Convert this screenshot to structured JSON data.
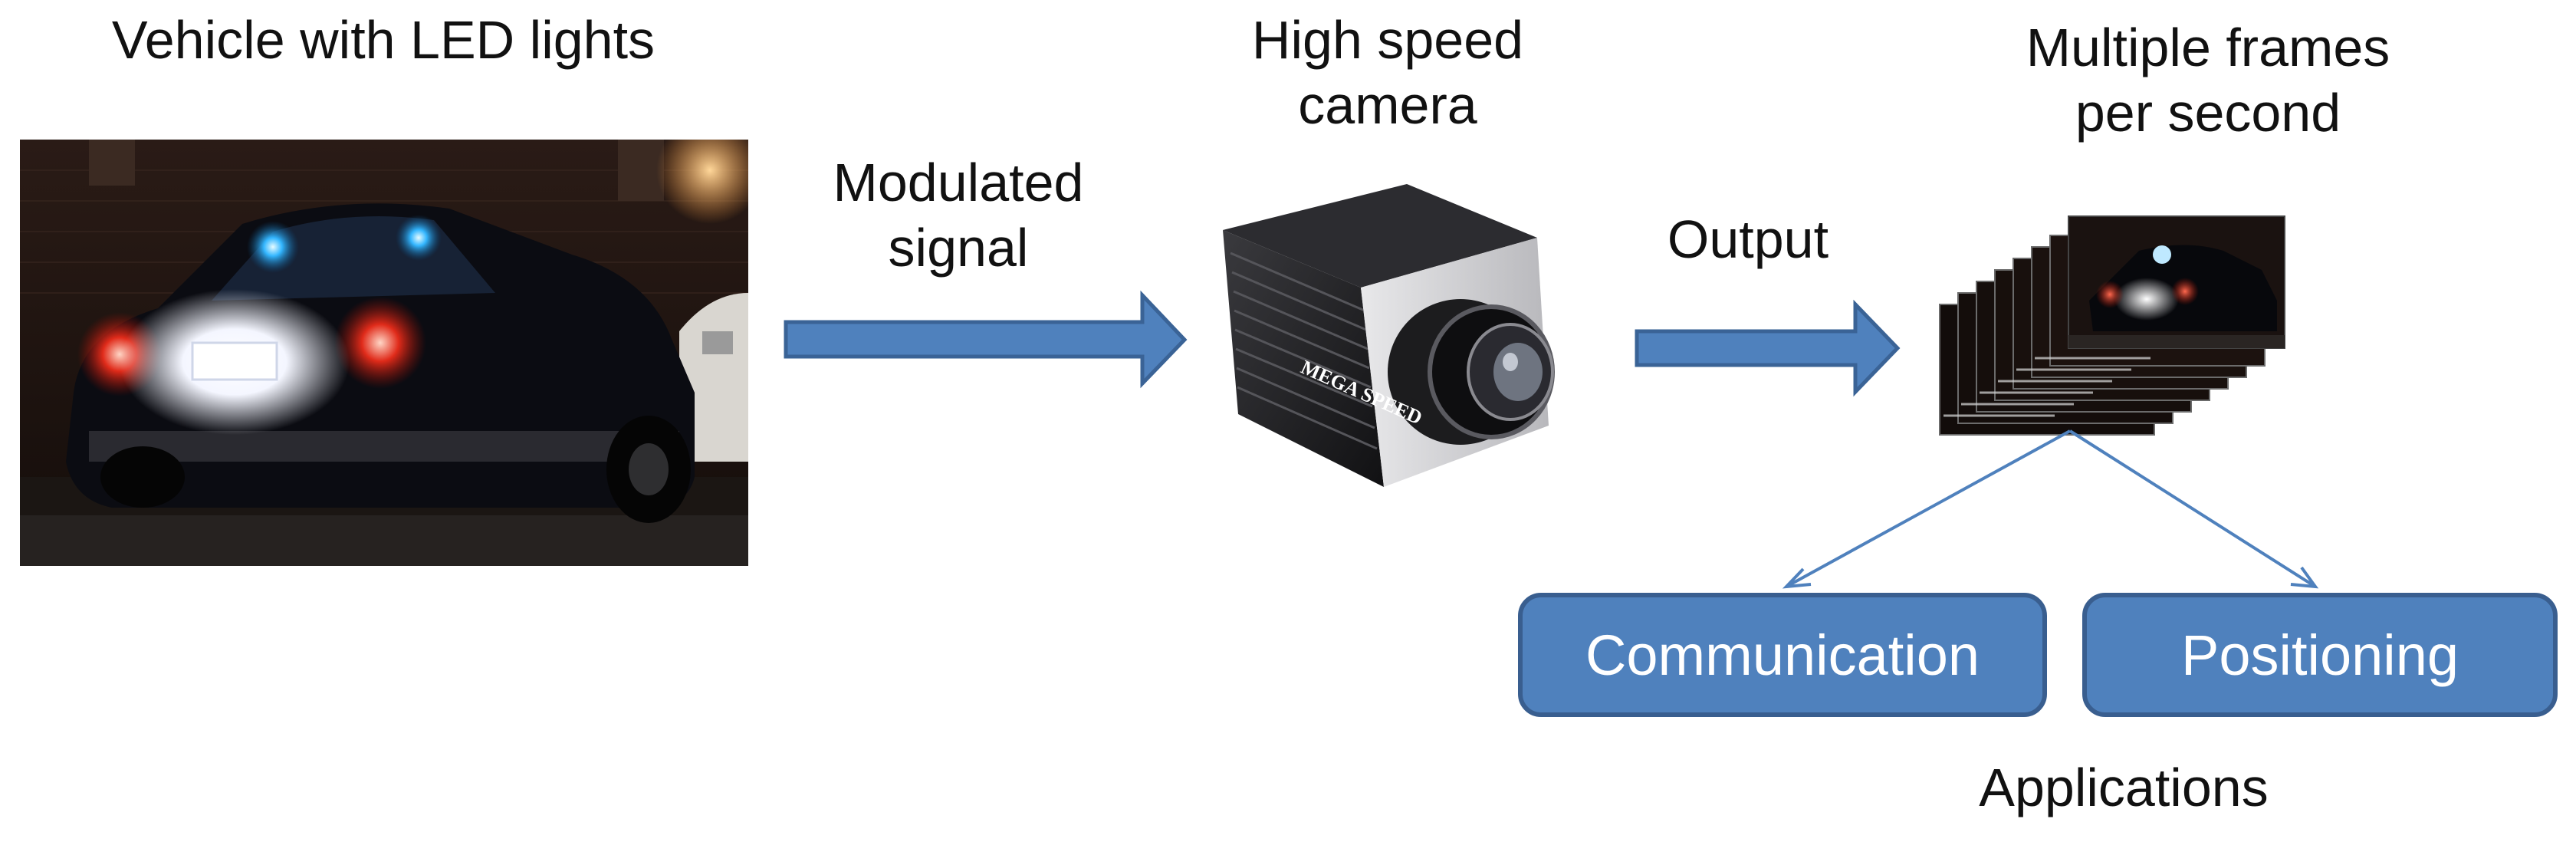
{
  "labels": {
    "vehicle": "Vehicle with LED lights",
    "modulated_line1": "Modulated",
    "modulated_line2": "signal",
    "camera_line1": "High speed",
    "camera_line2": "camera",
    "output": "Output",
    "frames_line1": "Multiple frames",
    "frames_line2": "per second",
    "applications": "Applications"
  },
  "applications": [
    {
      "label": "Communication"
    },
    {
      "label": "Positioning"
    }
  ],
  "camera_brand": "MEGA SPEED",
  "colors": {
    "arrow_fill": "#4f81bd",
    "arrow_stroke": "#3a6396",
    "box_fill": "#4f81bd",
    "box_stroke": "#395e8f",
    "connector": "#4f81bd"
  }
}
